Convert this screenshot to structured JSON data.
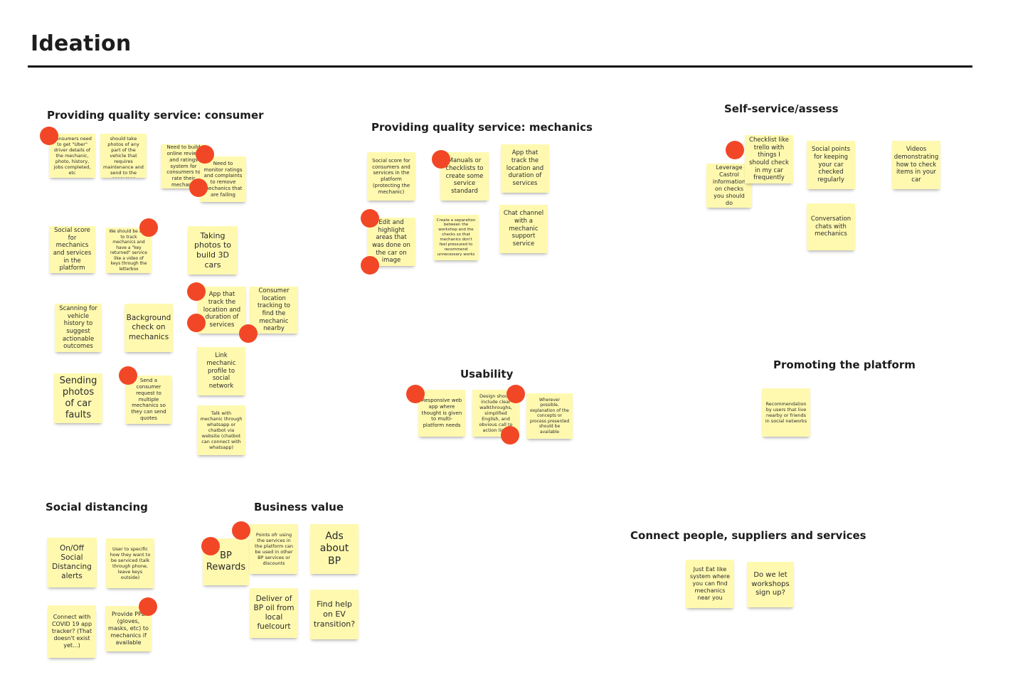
{
  "board": {
    "title": "Ideation",
    "vote_color": "#f24726",
    "note_color": "#fff9b0"
  },
  "headings": [
    {
      "id": "consumer",
      "text": "Providing quality service: consumer"
    },
    {
      "id": "mechanics",
      "text": "Providing quality service: mechanics"
    },
    {
      "id": "selfservice",
      "text": "Self-service/assess"
    },
    {
      "id": "usability",
      "text": "Usability"
    },
    {
      "id": "promoting",
      "text": "Promoting the platform"
    },
    {
      "id": "social",
      "text": "Social distancing"
    },
    {
      "id": "business",
      "text": "Business value"
    },
    {
      "id": "connect",
      "text": "Connect people, suppliers and services"
    }
  ],
  "notes": [
    {
      "text": "Consumers need to get \"Uber\" driver details of the mechanic, photo, history, jobs completed, etc",
      "votes": 1
    },
    {
      "text": "Mechanics should take photos of any part of the vehicle that requires maintenance and send to the consumer",
      "votes": 0
    },
    {
      "text": "Need to build online review and ratings system for consumers to rate their mechanic",
      "votes": 1
    },
    {
      "text": "Need to monitor ratings and complaints to remove mechanics that are failing",
      "votes": 1
    },
    {
      "text": "Social score for mechanics and services in the platform",
      "votes": 0
    },
    {
      "text": "We should be able to track mechanics and have a \"key returned\" service like a video of keys through the letterbox",
      "votes": 1
    },
    {
      "text": "Taking photos to build 3D cars",
      "votes": 0
    },
    {
      "text": "App that track the location and duration of services",
      "votes": 2
    },
    {
      "text": "Consumer location tracking to find the mechanic nearby",
      "votes": 1
    },
    {
      "text": "Scanning for vehicle history to suggest actionable outcomes",
      "votes": 0
    },
    {
      "text": "Background check on mechanics",
      "votes": 0
    },
    {
      "text": "Link mechanic profile to social network",
      "votes": 0
    },
    {
      "text": "Sending photos of car faults",
      "votes": 0
    },
    {
      "text": "Send a consumer request to multiple mechanics so they can send quotes",
      "votes": 1
    },
    {
      "text": "Talk with mechanic through whatsapp or chatbot via website (chatbot can connect with whatsapp)",
      "votes": 0
    },
    {
      "text": "Social score for consumers and services in the platform (protecting the mechanic)",
      "votes": 0
    },
    {
      "text": "Manuals or checklists to create some service standard",
      "votes": 1
    },
    {
      "text": "App that track the location and duration of services",
      "votes": 0
    },
    {
      "text": "Edit and highlight areas that was done on the car on image",
      "votes": 2
    },
    {
      "text": "Create a separation between the workshop and the checks so that mechanics don't feel pressured to recommend unnecessary works",
      "votes": 0
    },
    {
      "text": "Chat channel with a mechanic support service",
      "votes": 0
    },
    {
      "text": "Leverage Castrol information on checks you should do",
      "votes": 1
    },
    {
      "text": "Checklist like trello with things I should check in my car frequently",
      "votes": 1
    },
    {
      "text": "Social points for keeping your car checked regularly",
      "votes": 0
    },
    {
      "text": "Videos demonstrating how to check items in your car",
      "votes": 0
    },
    {
      "text": "Conversation chats with mechanics",
      "votes": 0
    },
    {
      "text": "Responsive web app where thought is given to multi-platform needs",
      "votes": 1
    },
    {
      "text": "Design should include clear walkthroughs, simplified English, and obvious call to action links",
      "votes": 2
    },
    {
      "text": "Wherever possible, explanation of the concepts or process presented should be available",
      "votes": 0
    },
    {
      "text": "Recommendation by users that live nearby or friends in social networks",
      "votes": 0
    },
    {
      "text": "On/Off Social Distancing alerts",
      "votes": 0
    },
    {
      "text": "User to specific how they want to be serviced (talk through phone, leave keys outside)",
      "votes": 0
    },
    {
      "text": "Connect with COVID 19 app tracker? (That doesn't exist yet...)",
      "votes": 0
    },
    {
      "text": "Provide PPE (gloves, masks, etc) to mechanics if available",
      "votes": 1
    },
    {
      "text": "BP Rewards",
      "votes": 1
    },
    {
      "text": "Points ofr using the services in the platform can be used in other BP services or discounts",
      "votes": 2
    },
    {
      "text": "Ads about BP",
      "votes": 0
    },
    {
      "text": "Deliver of BP oil from local fuelcourt",
      "votes": 0
    },
    {
      "text": "Find help on EV transition?",
      "votes": 0
    },
    {
      "text": "Just Eat like system where you can find mechanics near you",
      "votes": 0
    },
    {
      "text": "Do we let workshops sign up?",
      "votes": 0
    }
  ]
}
